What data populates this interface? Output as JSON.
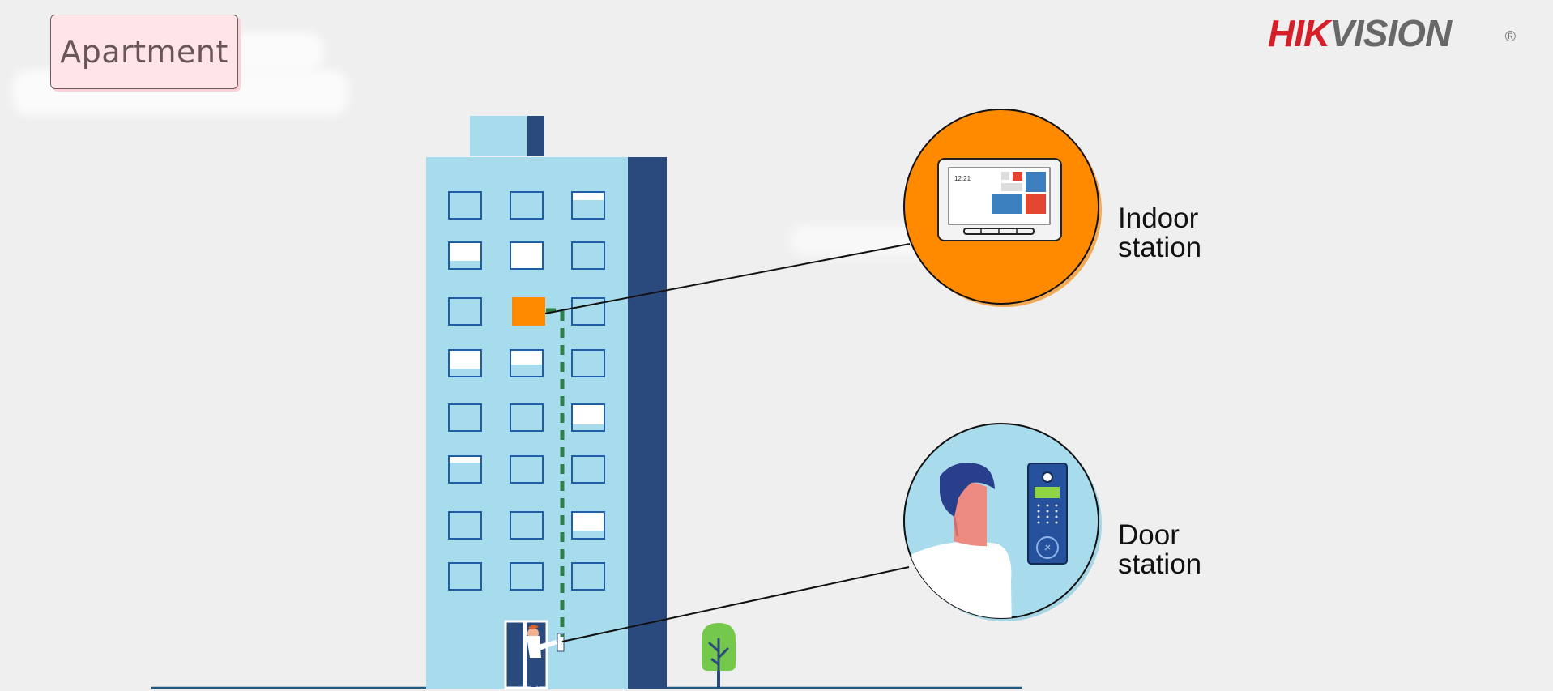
{
  "header": {
    "tag_label": "Apartment",
    "logo": {
      "hik": "HIK",
      "vision": "VISION",
      "registered": "®"
    }
  },
  "stations": {
    "indoor": {
      "label": "Indoor\nstation",
      "screen_time": "12:21"
    },
    "door": {
      "label": "Door\nstation"
    }
  },
  "colors": {
    "background": "#efefef",
    "building_light": "#a7dcec",
    "building_dark": "#2a4a7e",
    "indoor_circle": "#ff8a00",
    "door_circle": "#a8dcec",
    "wire": "#2f7f4b",
    "tree": "#74c94c"
  }
}
